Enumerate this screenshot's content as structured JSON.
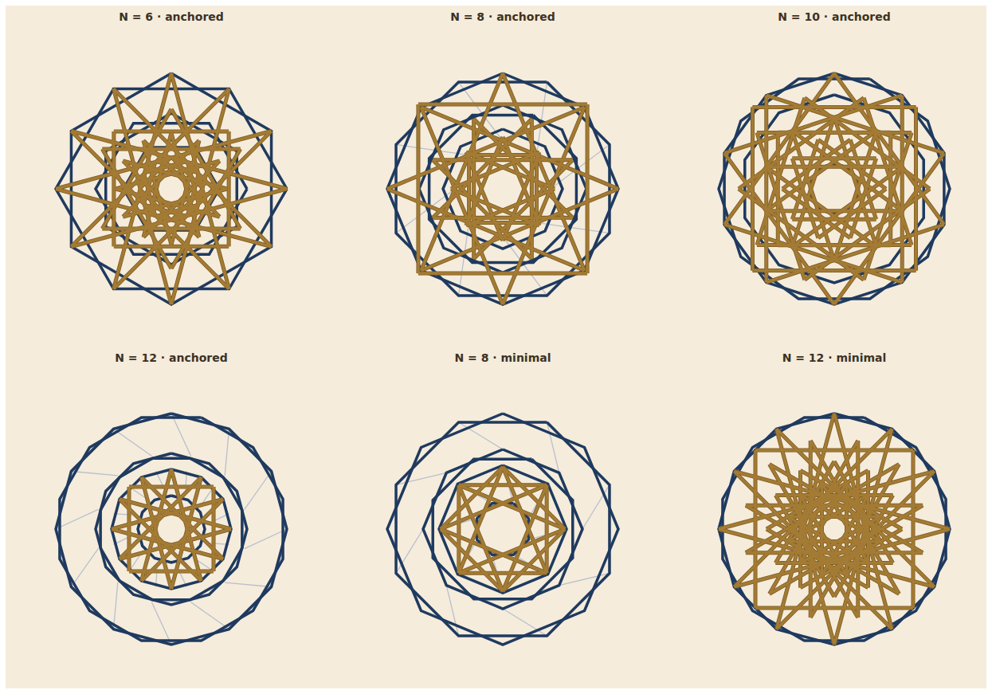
{
  "diagram": {
    "labels": [
      "N = 6 · anchored",
      "N = 8 · anchored",
      "N = 10 · anchored",
      "N = 12 · anchored",
      "N = 8 · minimal",
      "N = 12 · minimal"
    ]
  }
}
